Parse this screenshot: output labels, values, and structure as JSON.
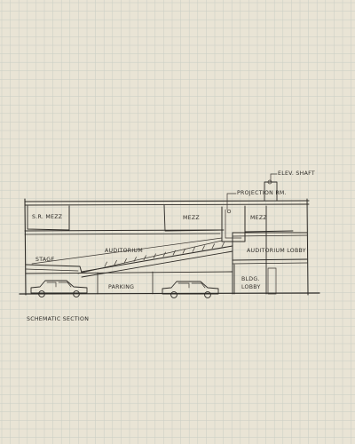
{
  "colors": {
    "paper": "#e9e4d5",
    "grid": "#c9cdc4",
    "ink": "#2e2b27"
  },
  "labels": {
    "elev_shaft": "ELEV. SHAFT",
    "projection_rm": "PROJECTION RM.",
    "sr_mezz": "S.R. MEZZ",
    "mezz_center": "MEZZ",
    "mezz_right": "MEZZ",
    "auditorium": "AUDITORIUM",
    "auditorium_lobby": "AUDITORIUM LOBBY",
    "stage": "STAGE",
    "parking": "PARKING",
    "bldg_lobby_line1": "BLDG.",
    "bldg_lobby_line2": "LOBBY",
    "caption": "SCHEMATIC SECTION"
  }
}
